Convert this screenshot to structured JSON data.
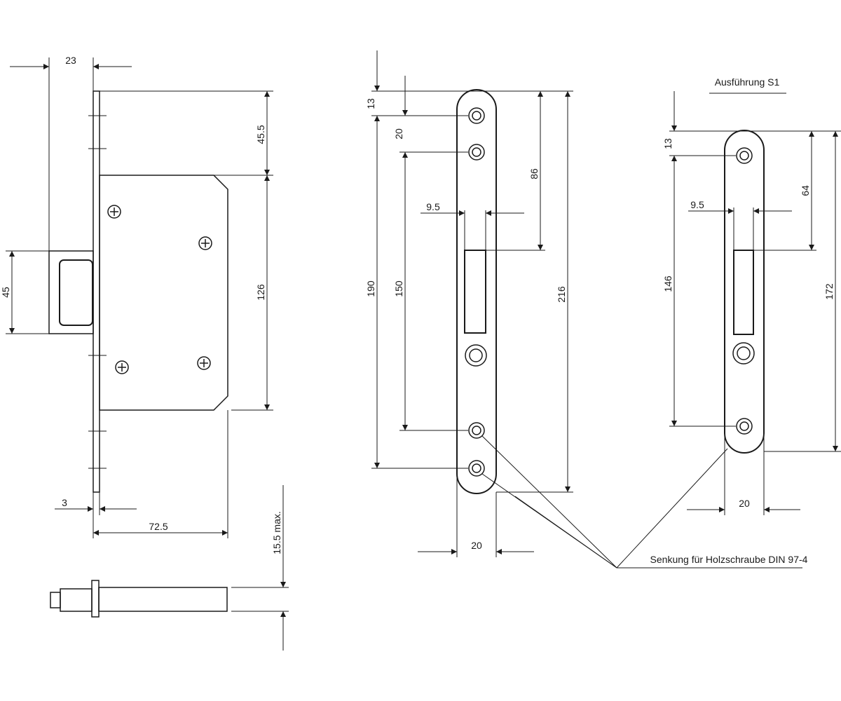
{
  "variant_label": "Ausführung S1",
  "note": "Senkung für Holzschraube DIN 97-4",
  "lock_dims": {
    "d23": "23",
    "d45_5": "45.5",
    "d126": "126",
    "d45": "45",
    "d3": "3",
    "d72_5": "72.5",
    "d15_5": "15.5 max."
  },
  "strike_dims": {
    "d13": "13",
    "d20v": "20",
    "d190": "190",
    "d150": "150",
    "d86": "86",
    "d216": "216",
    "d9_5": "9.5",
    "d20h": "20"
  },
  "s1_dims": {
    "d13": "13",
    "d64": "64",
    "d9_5": "9.5",
    "d146": "146",
    "d172": "172",
    "d20h": "20"
  }
}
